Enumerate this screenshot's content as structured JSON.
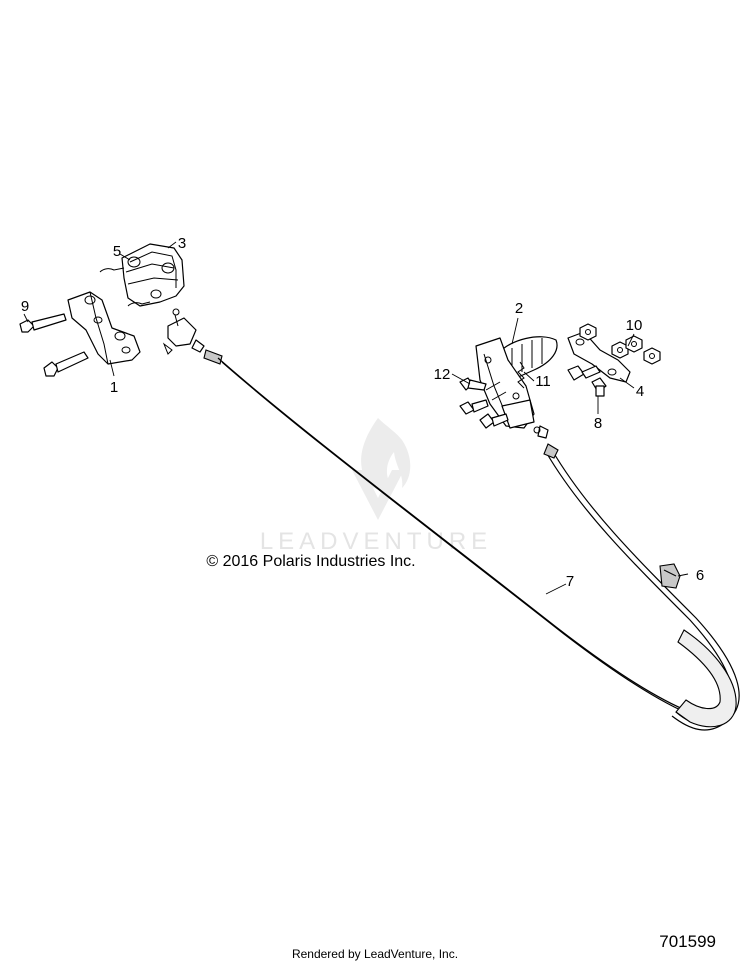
{
  "diagram": {
    "callouts": [
      {
        "id": "1",
        "label": "1"
      },
      {
        "id": "2",
        "label": "2"
      },
      {
        "id": "3",
        "label": "3"
      },
      {
        "id": "4",
        "label": "4"
      },
      {
        "id": "5",
        "label": "5"
      },
      {
        "id": "6",
        "label": "6"
      },
      {
        "id": "7",
        "label": "7"
      },
      {
        "id": "8",
        "label": "8"
      },
      {
        "id": "9",
        "label": "9"
      },
      {
        "id": "10",
        "label": "10"
      },
      {
        "id": "11",
        "label": "11"
      },
      {
        "id": "12",
        "label": "12"
      }
    ],
    "copyright": "© 2016 Polaris Industries Inc.",
    "watermark": "LEADVENTURE",
    "footer": "Rendered by LeadVenture, Inc.",
    "doc_number": "701599"
  }
}
